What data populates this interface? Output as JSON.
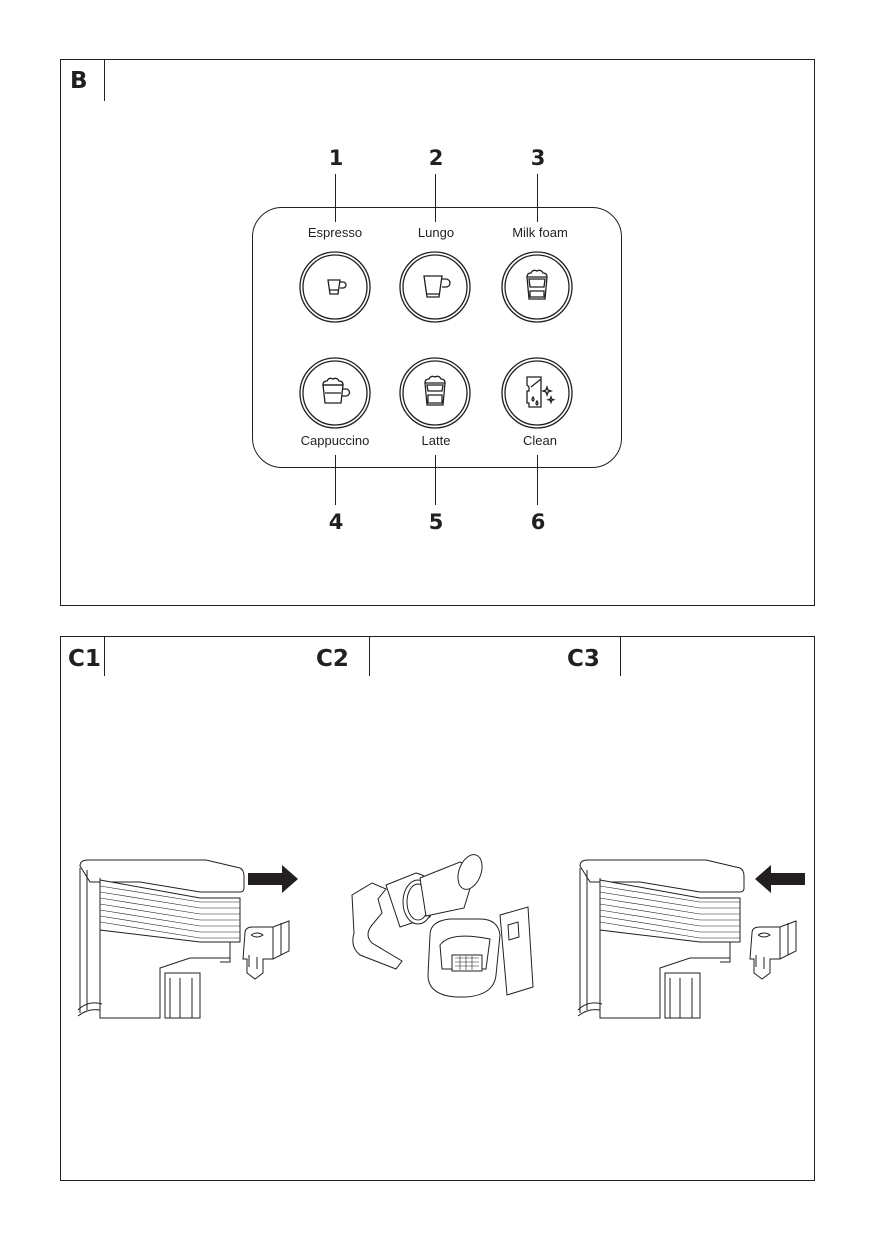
{
  "section_b": {
    "label": "B",
    "buttons": [
      {
        "number": "1",
        "label": "Espresso",
        "icon": "espresso-cup-icon"
      },
      {
        "number": "2",
        "label": "Lungo",
        "icon": "lungo-cup-icon"
      },
      {
        "number": "3",
        "label": "Milk foam",
        "icon": "milk-foam-glass-icon"
      },
      {
        "number": "4",
        "label": "Cappuccino",
        "icon": "cappuccino-cup-icon"
      },
      {
        "number": "5",
        "label": "Latte",
        "icon": "latte-glass-icon"
      },
      {
        "number": "6",
        "label": "Clean",
        "icon": "clean-icon"
      }
    ]
  },
  "section_c": {
    "steps": [
      {
        "label": "C1",
        "illustration": "remove-capsule-holder"
      },
      {
        "label": "C2",
        "illustration": "capsule-holder-insert"
      },
      {
        "label": "C3",
        "illustration": "insert-capsule-holder"
      }
    ]
  }
}
